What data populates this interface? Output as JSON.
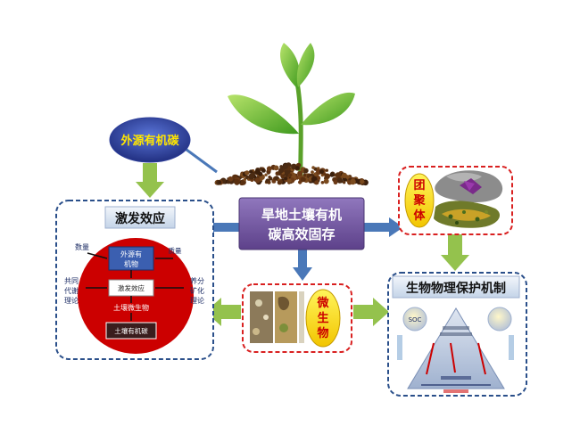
{
  "labels": {
    "center": [
      "旱地土壤有机",
      "碳高效固存"
    ],
    "exogenous": "外源有机碳",
    "priming_title": "激发效应",
    "biophysical_title": "生物物理保护机制",
    "aggregate": [
      "团",
      "聚",
      "体"
    ],
    "microbe": [
      "微",
      "生",
      "物"
    ],
    "priming_inner": {
      "top_box": [
        "外源有",
        "机物"
      ],
      "middle_box": "激发效应",
      "microbes": "土壤微生物",
      "bottom_box": "土壤有机碳",
      "quantity": "数量",
      "quality": "质量",
      "left_theory": [
        "共同",
        "代谢",
        "理论"
      ],
      "right_theory": [
        "养分",
        "矿化",
        "理论"
      ]
    },
    "bio_inner": {
      "soc": "SOC"
    }
  },
  "colors": {
    "arrow_blue": "#4a78b8",
    "arrow_green": "#94c24d",
    "center_box": "#7a5ba3",
    "red_circle": "#cc0000",
    "exogenous_fill": "#2c3d99",
    "yellow": "#ffe600",
    "dash_blue": "#2a4f8a",
    "dash_red": "#d92020"
  }
}
